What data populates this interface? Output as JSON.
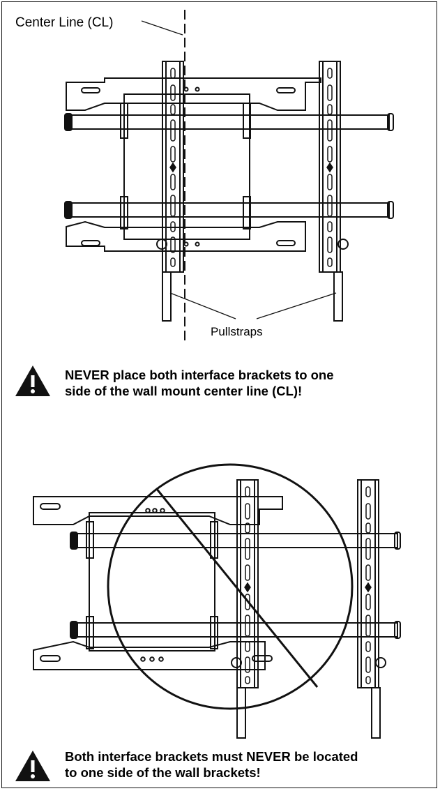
{
  "top_figure": {
    "center_line_label": "Center Line (CL)",
    "pullstraps_label": "Pullstraps"
  },
  "warning_1": {
    "line1": "NEVER place both interface brackets to one",
    "line2": "side of the wall mount center line (CL)!",
    "icon": "warning-triangle-icon"
  },
  "warning_2": {
    "line1": "Both interface brackets must NEVER be located",
    "line2": "to one side of the wall brackets!",
    "icon": "warning-triangle-icon"
  },
  "colors": {
    "ink": "#111111",
    "paper": "#ffffff"
  }
}
